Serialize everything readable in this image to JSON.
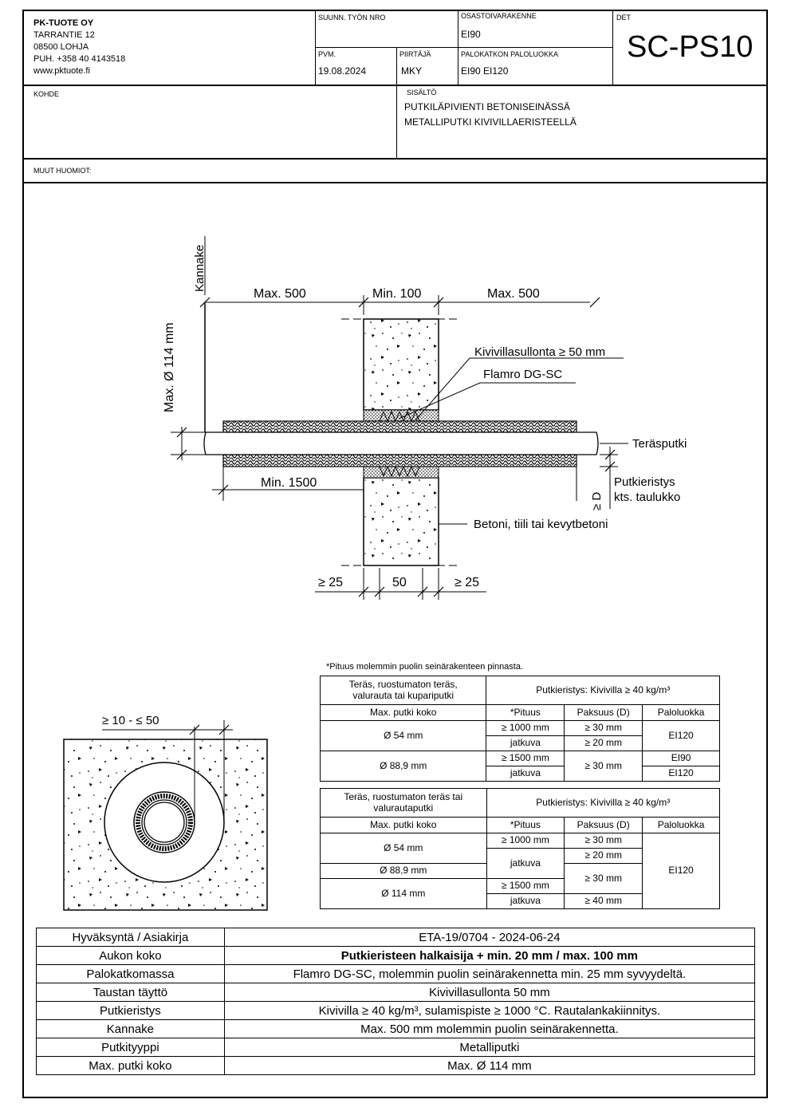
{
  "header": {
    "company": {
      "name": "PK-TUOTE OY",
      "street": "TARRANTIE 12",
      "city": "08500 LOHJA",
      "phone": "PUH. +358 40 4143518",
      "web": "www.pktuote.fi"
    },
    "suunn_label": "SUUNN. TYÖN NRO",
    "suunn_value": "",
    "osasto_label": "OSASTOIVARAKENNE",
    "osasto_value": "EI90",
    "det_label": "DET",
    "det_value": "SC-PS10",
    "pvm_label": "PVM.",
    "pvm_value": "19.08.2024",
    "piirtaja_label": "PIIRTÄJÄ",
    "piirtaja_value": "MKY",
    "paloluokka_label": "PALOKATKON PALOLUOKKA",
    "paloluokka_value": "EI90 EI120",
    "kohde_label": "KOHDE",
    "sisalto_label": "SISÄLTÖ",
    "sisalto_line1": "PUTKILÄPIVIENTI BETONISEINÄSSÄ",
    "sisalto_line2": "METALLIPUTKI KIVIVILLAERISTEELLÄ",
    "muut_label": "MUUT HUOMIOT:"
  },
  "drawing": {
    "kannake": "Kannake",
    "max_d": "Max. Ø 114 mm",
    "max500_left": "Max. 500",
    "min100": "Min. 100",
    "max500_right": "Max. 500",
    "kivivillasullonta": "Kivivillasullonta ≥ 50 mm",
    "flamro": "Flamro DG-SC",
    "terasputki": "Teräsputki",
    "min1500": "Min. 1500",
    "putkieristys": "Putkieristys",
    "kts_taulukko": "kts. taulukko",
    "ge_d": "≥ D",
    "betoni": "Betoni, tiili tai kevytbetoni",
    "ge25_left": "≥ 25",
    "fifty": "50",
    "ge25_right": "≥ 25",
    "gap_range": "≥ 10 - ≤ 50"
  },
  "pituus_note": "*Pituus molemmin puolin seinärakenteen pinnasta.",
  "table1": {
    "material_l1": "Teräs, ruostumaton teräs,",
    "material_l2": "valurauta tai kupariputki",
    "insulation": "Putkieristys: Kivivilla ≥ 40 kg/m³",
    "col_size": "Max. putki koko",
    "col_pituus": "*Pituus",
    "col_paksuus": "Paksuus (D)",
    "col_palo": "Paloluokka",
    "r1_size": "Ø 54 mm",
    "r1_p1": "≥ 1000 mm",
    "r1_t1": "≥ 30 mm",
    "r1_p2": "jatkuva",
    "r1_t2": "≥ 20 mm",
    "r1_class": "EI120",
    "r2_size": "Ø 88,9 mm",
    "r2_p1": "≥ 1500 mm",
    "r2_p2": "jatkuva",
    "r2_t": "≥ 30 mm",
    "r2_class1": "EI90",
    "r2_class2": "EI120"
  },
  "table2": {
    "material_l1": "Teräs, ruostumaton teräs tai",
    "material_l2": "valurautaputki",
    "insulation": "Putkieristys: Kivivilla ≥ 40 kg/m³",
    "col_size": "Max. putki koko",
    "col_pituus": "*Pituus",
    "col_paksuus": "Paksuus (D)",
    "col_palo": "Paloluokka",
    "r1_size": "Ø 54 mm",
    "r1_p1": "≥ 1000 mm",
    "r1_t1": "≥ 30 mm",
    "jatkuva": "jatkuva",
    "t_20": "≥ 20 mm",
    "r2_size": "Ø 88,9 mm",
    "t_30": "≥ 30 mm",
    "r3_size": "Ø 114 mm",
    "r3_p1": "≥ 1500 mm",
    "r3_p2": "jatkuva",
    "t_40": "≥ 40 mm",
    "class": "EI120"
  },
  "summary": [
    {
      "label": "Hyväksyntä / Asiakirja",
      "value": "ETA-19/0704 - 2024-06-24",
      "bold": false
    },
    {
      "label": "Aukon koko",
      "value": "Putkieristeen halkaisija + min. 20 mm / max. 100 mm",
      "bold": true
    },
    {
      "label": "Palokatkomassa",
      "value": "Flamro DG-SC, molemmin puolin seinärakennetta min. 25 mm syvyydeltä.",
      "bold": false
    },
    {
      "label": "Taustan täyttö",
      "value": "Kivivillasullonta 50 mm",
      "bold": false
    },
    {
      "label": "Putkieristys",
      "value": "Kivivilla ≥ 40 kg/m³, sulamispiste ≥ 1000 °C. Rautalankakiinnitys.",
      "bold": false
    },
    {
      "label": "Kannake",
      "value": "Max. 500 mm molemmin puolin seinärakennetta.",
      "bold": false
    },
    {
      "label": "Putkityyppi",
      "value": "Metalliputki",
      "bold": false
    },
    {
      "label": "Max. putki koko",
      "value": "Max. Ø 114 mm",
      "bold": false
    }
  ]
}
